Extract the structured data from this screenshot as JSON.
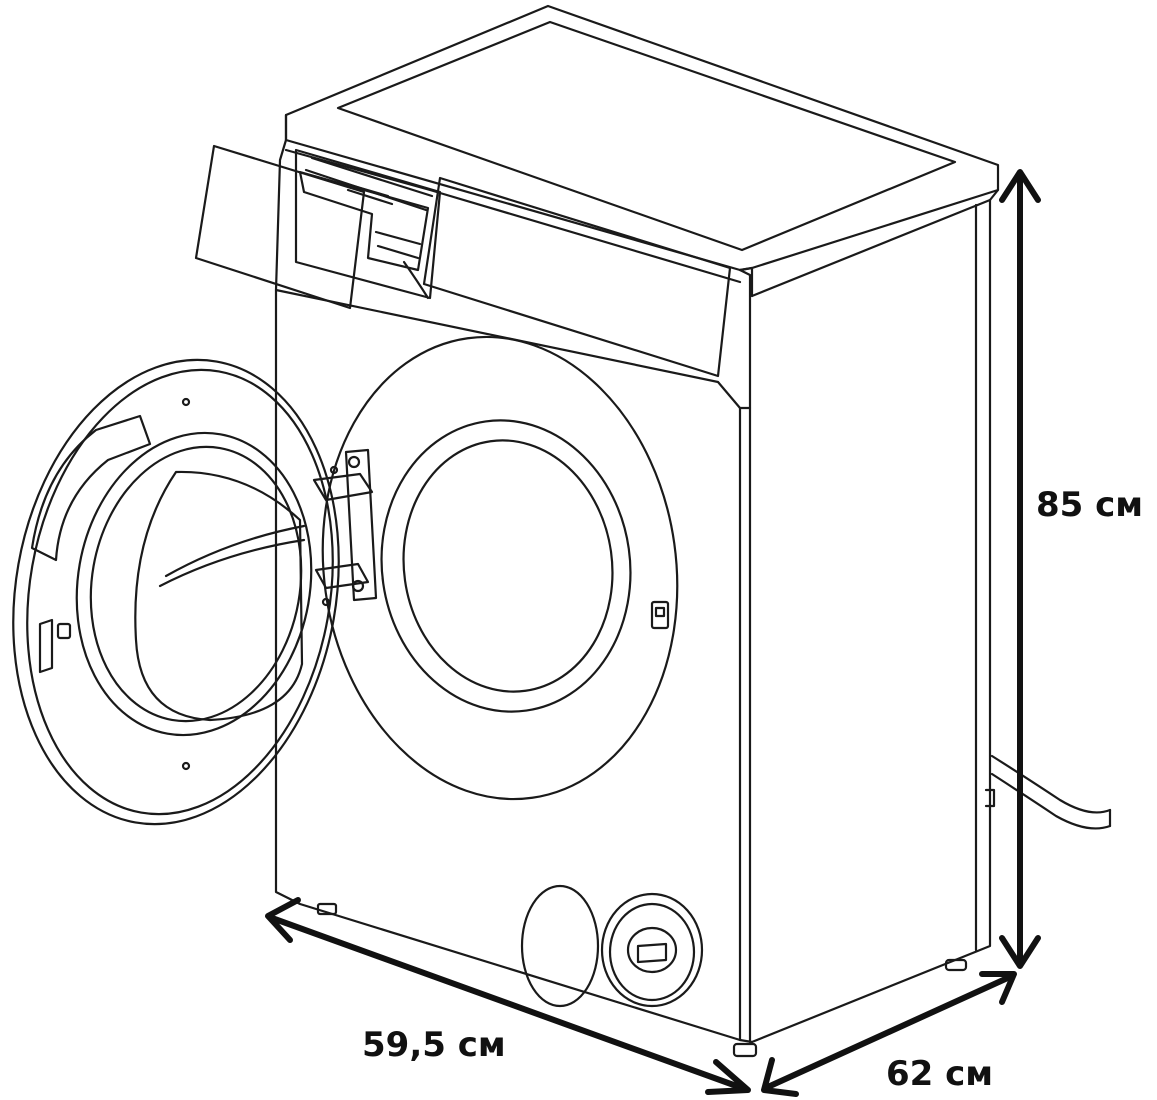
{
  "dimensions": {
    "height": "85 см",
    "width": "59,5 см",
    "depth": "62 см"
  },
  "colors": {
    "line": "#1a1a1a",
    "background": "#ffffff",
    "label": "#111111"
  }
}
